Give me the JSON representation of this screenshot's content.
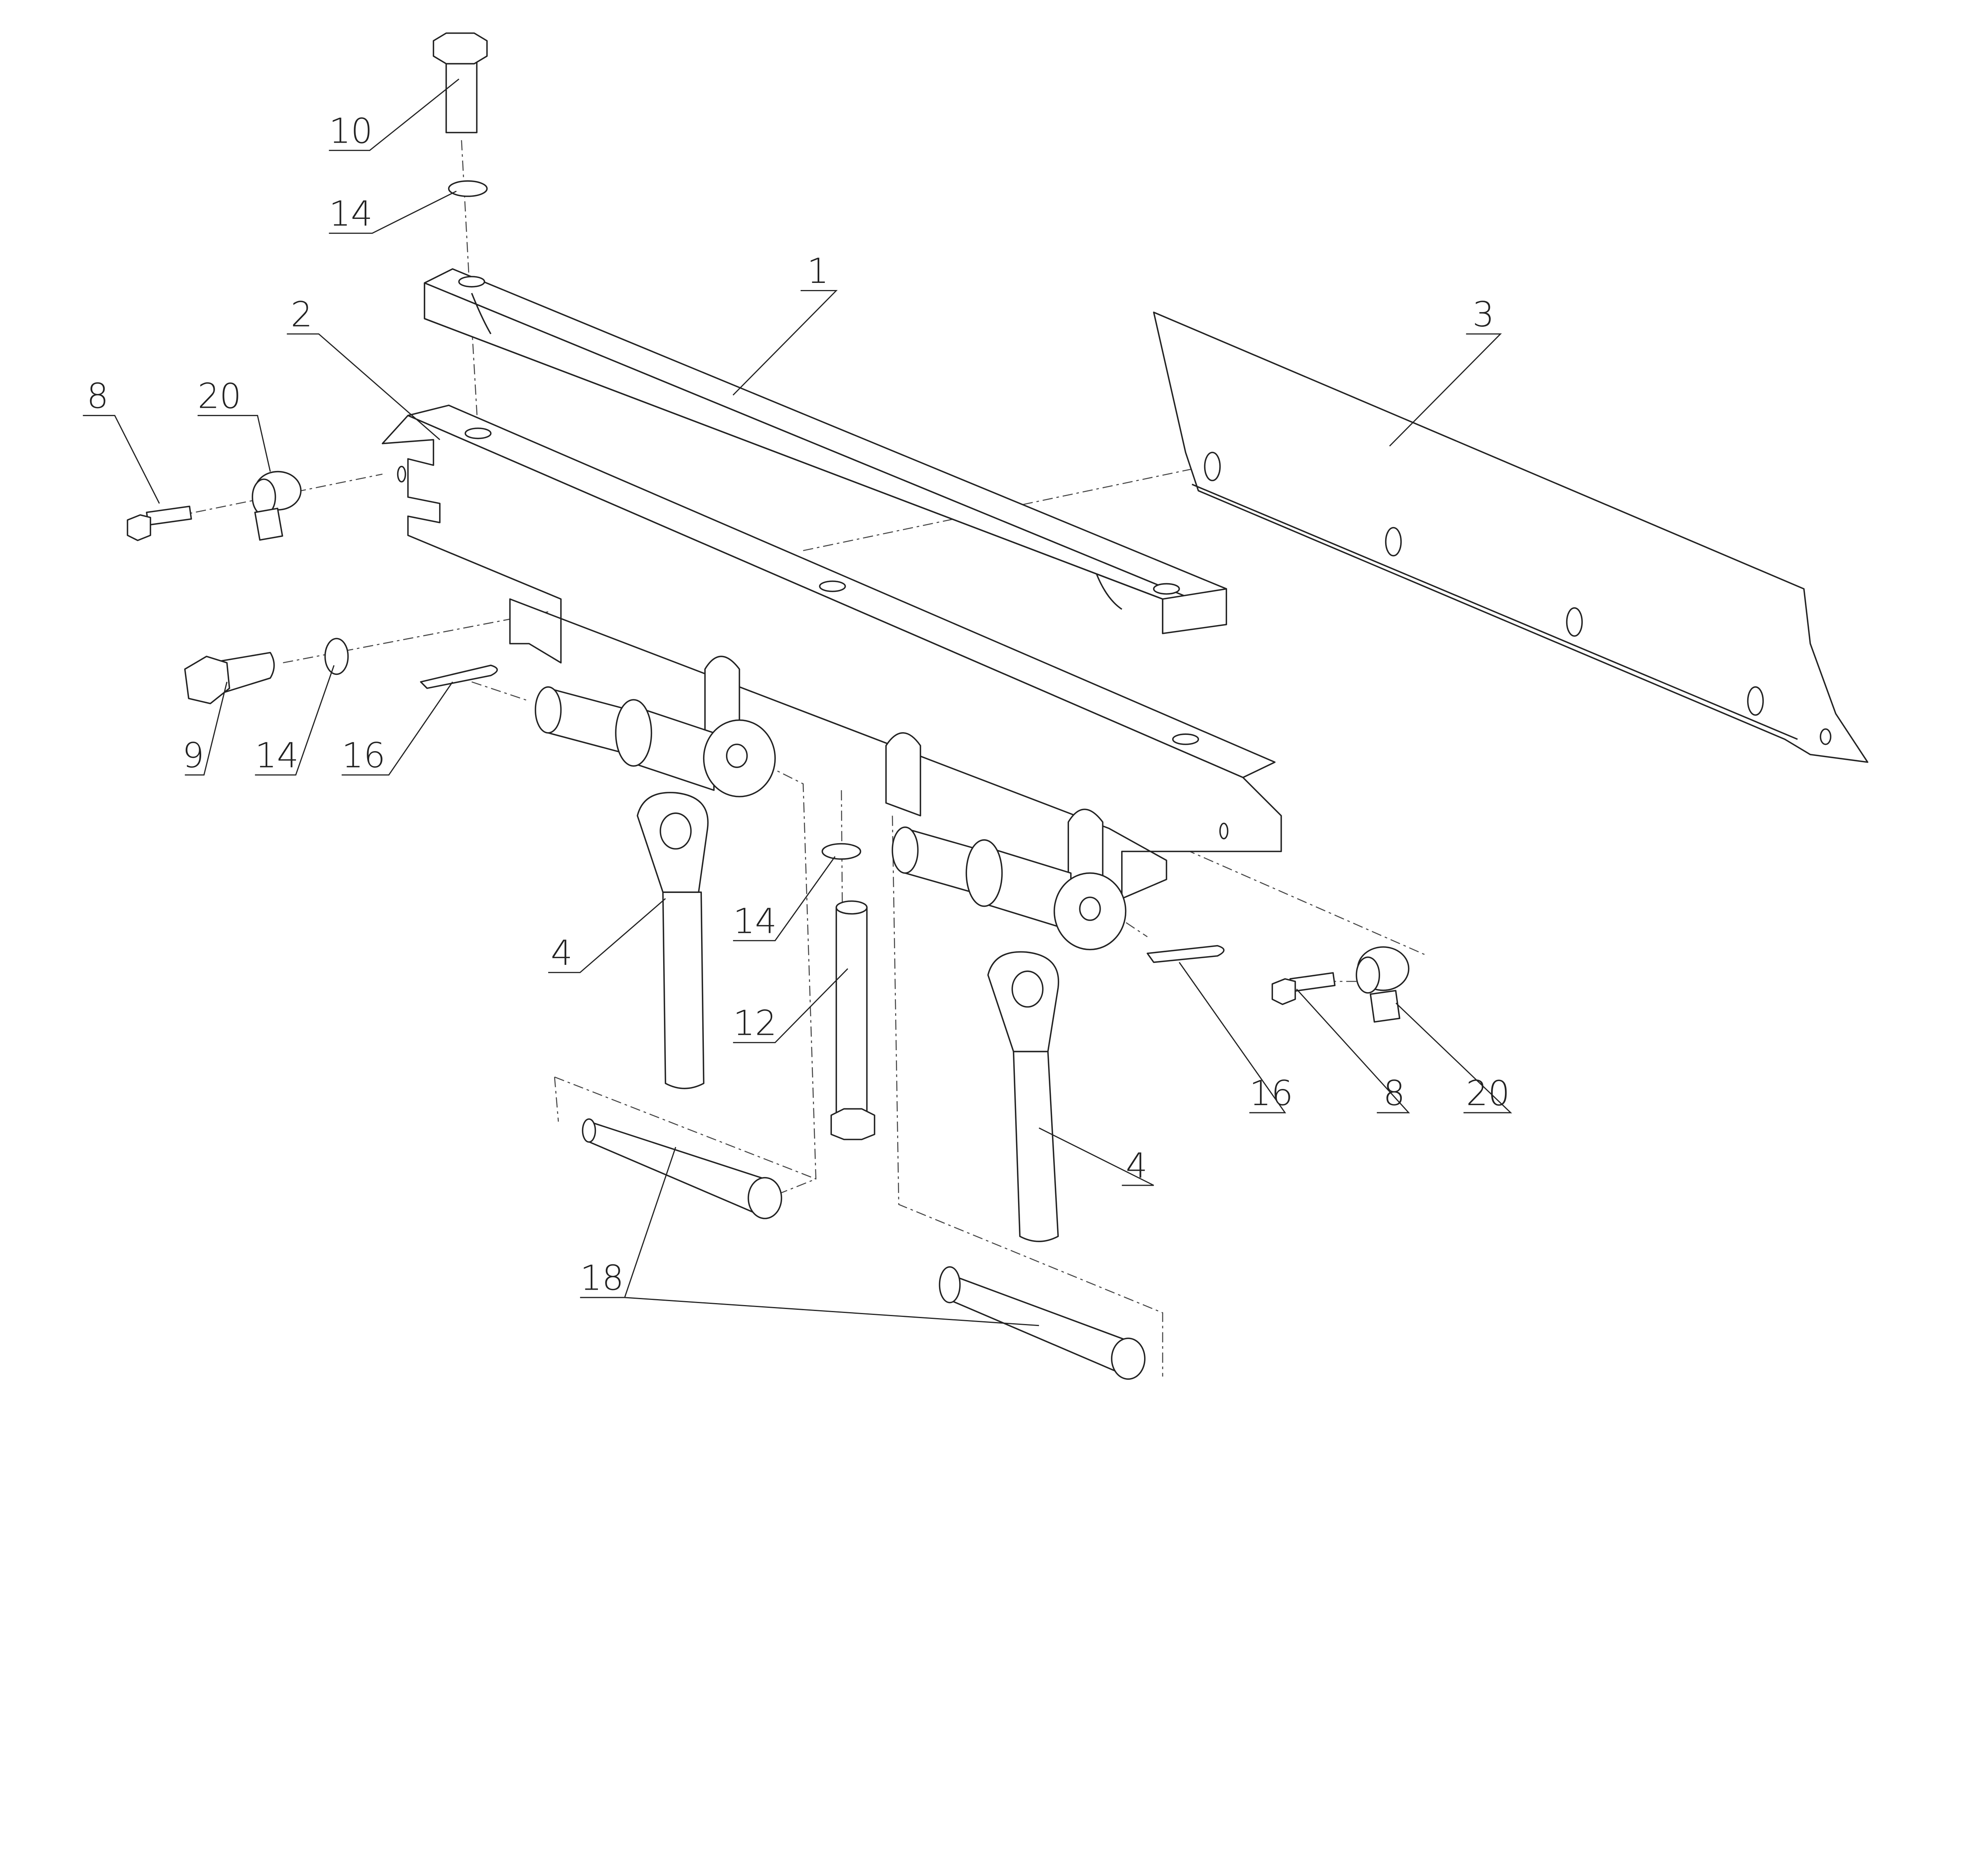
{
  "drawing": {
    "type": "exploded assembly view",
    "callouts": [
      {
        "id": "callout-10",
        "number": "10"
      },
      {
        "id": "callout-14-top",
        "number": "14"
      },
      {
        "id": "callout-1",
        "number": "1"
      },
      {
        "id": "callout-2",
        "number": "2"
      },
      {
        "id": "callout-3",
        "number": "3"
      },
      {
        "id": "callout-8-left",
        "number": "8"
      },
      {
        "id": "callout-20-left",
        "number": "20"
      },
      {
        "id": "callout-9",
        "number": "9"
      },
      {
        "id": "callout-14-mid",
        "number": "14"
      },
      {
        "id": "callout-16-left",
        "number": "16"
      },
      {
        "id": "callout-4-left",
        "number": "4"
      },
      {
        "id": "callout-14-lower",
        "number": "14"
      },
      {
        "id": "callout-12",
        "number": "12"
      },
      {
        "id": "callout-4-right",
        "number": "4"
      },
      {
        "id": "callout-16-right",
        "number": "16"
      },
      {
        "id": "callout-8-right",
        "number": "8"
      },
      {
        "id": "callout-20-right",
        "number": "20"
      },
      {
        "id": "callout-18",
        "number": "18"
      }
    ]
  }
}
